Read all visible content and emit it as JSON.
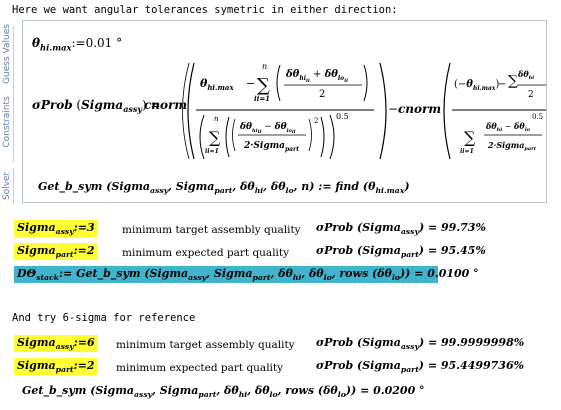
{
  "intro_text": "Here we want angular tolerances symetric in either direction:",
  "side_tabs": [
    "Solver",
    "Constraints",
    "Guess Values"
  ],
  "theta_def": {
    "lhs": "θ",
    "sub": "hi.max",
    "assign": ":=",
    "value": "0.01",
    "unit": "°"
  },
  "sigma_prob": {
    "lhs": "σProb",
    "arg": "Sigma",
    "arg_sub": "assy",
    "op": "=",
    "fn": "cnorm",
    "minus": "−",
    "theta": "θ",
    "theta_sub": "hi.max",
    "neg_theta": "(−θ",
    "sum_n": "n",
    "sum_from": "ii=1",
    "num_frac": "δθ",
    "hi_sub": "hi",
    "lo_sub": "lo",
    "ii": "ii",
    "two": "2",
    "two_sigma": "2·Sigma",
    "part_sub": "part",
    "exp2": "2",
    "exp05": "0.5"
  },
  "get_b": {
    "text": "Get_b_sym (Sigma",
    "sub1": "assy",
    "mid": ", Sigma",
    "sub2": "part",
    "rest": ", δθ",
    "hi": "hi",
    "lo": "lo",
    "tail": ", n) := find (θ",
    "find_sub": "hi.max",
    "close": ")"
  },
  "block1": {
    "sigma_assy_label": "Sigma",
    "sigma_assy_sub": "assy",
    "sigma_assy_val": ":=3",
    "desc1": "minimum target assembly quality",
    "res1_lhs": "σProb (Sigma",
    "res1_sub": "assy",
    "res1_val": ") = 99.73%",
    "sigma_part_label": "Sigma",
    "sigma_part_sub": "part",
    "sigma_part_val": ":=2",
    "desc2": "minimum expected part quality",
    "res2_lhs": "σProb (Sigma",
    "res2_sub": "part",
    "res2_val": ") = 95.45%",
    "stack_lhs": "DΘ",
    "stack_sub": "stack",
    "stack_expr": ":= Get_b_sym (Sigma",
    "stack_s1": "assy",
    "stack_m": ", Sigma",
    "stack_s2": "part",
    "stack_r": ", δθ",
    "stack_hi": "hi",
    "stack_r2": ", δθ",
    "stack_lo": "lo",
    "stack_r3": ", rows (δθ",
    "stack_lo2": "lo",
    "stack_result": ")) = 0.0100 °"
  },
  "block2_title": "And try 6-sigma for reference",
  "block2": {
    "sigma_assy_val": ":=6",
    "desc1": "minimum target assembly quality",
    "res1_val": ") = 99.9999998%",
    "sigma_part_val": ":=2",
    "desc2": "minimum expected part quality",
    "res2_val": ") = 95.4499736%",
    "last_result": ")) = 0.0200 °"
  }
}
